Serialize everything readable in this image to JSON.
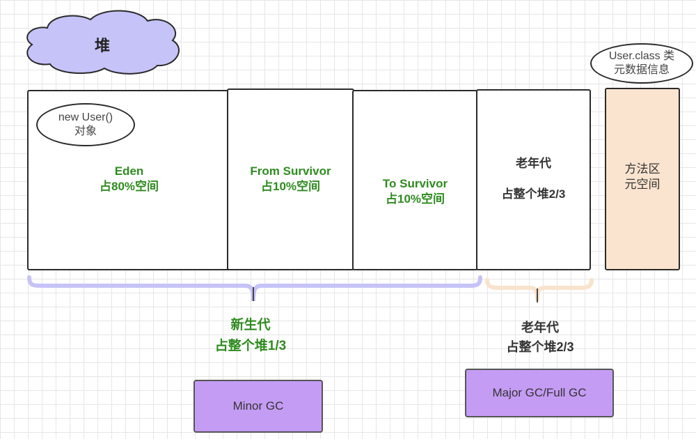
{
  "colors": {
    "heap_cloud": "#c5c3f7",
    "young_brace": "#c5c3f7",
    "old_brace": "#f9e3cc",
    "method_area": "#fbe4cf",
    "gc_box": "#c59cf4",
    "green_text": "#2e8b1f"
  },
  "heap": {
    "label": "堆"
  },
  "class_meta": {
    "line1": "User.class 类",
    "line2": "元数据信息"
  },
  "object": {
    "line1": "new User()",
    "line2": "对象"
  },
  "eden": {
    "name": "Eden",
    "share": "占80%空间"
  },
  "from_survivor": {
    "name": "From Survivor",
    "share": "占10%空间"
  },
  "to_survivor": {
    "name": "To Survivor",
    "share": "占10%空间"
  },
  "old_gen": {
    "name": "老年代",
    "share": "占整个堆2/3"
  },
  "method_area": {
    "line1": "方法区",
    "line2": "元空间"
  },
  "young_caption": {
    "line1": "新生代",
    "line2": "占整个堆1/3"
  },
  "old_caption": {
    "line1": "老年代",
    "line2": "占整个堆2/3"
  },
  "minor_gc": {
    "label": "Minor GC"
  },
  "major_gc": {
    "label": "Major GC/Full GC"
  }
}
